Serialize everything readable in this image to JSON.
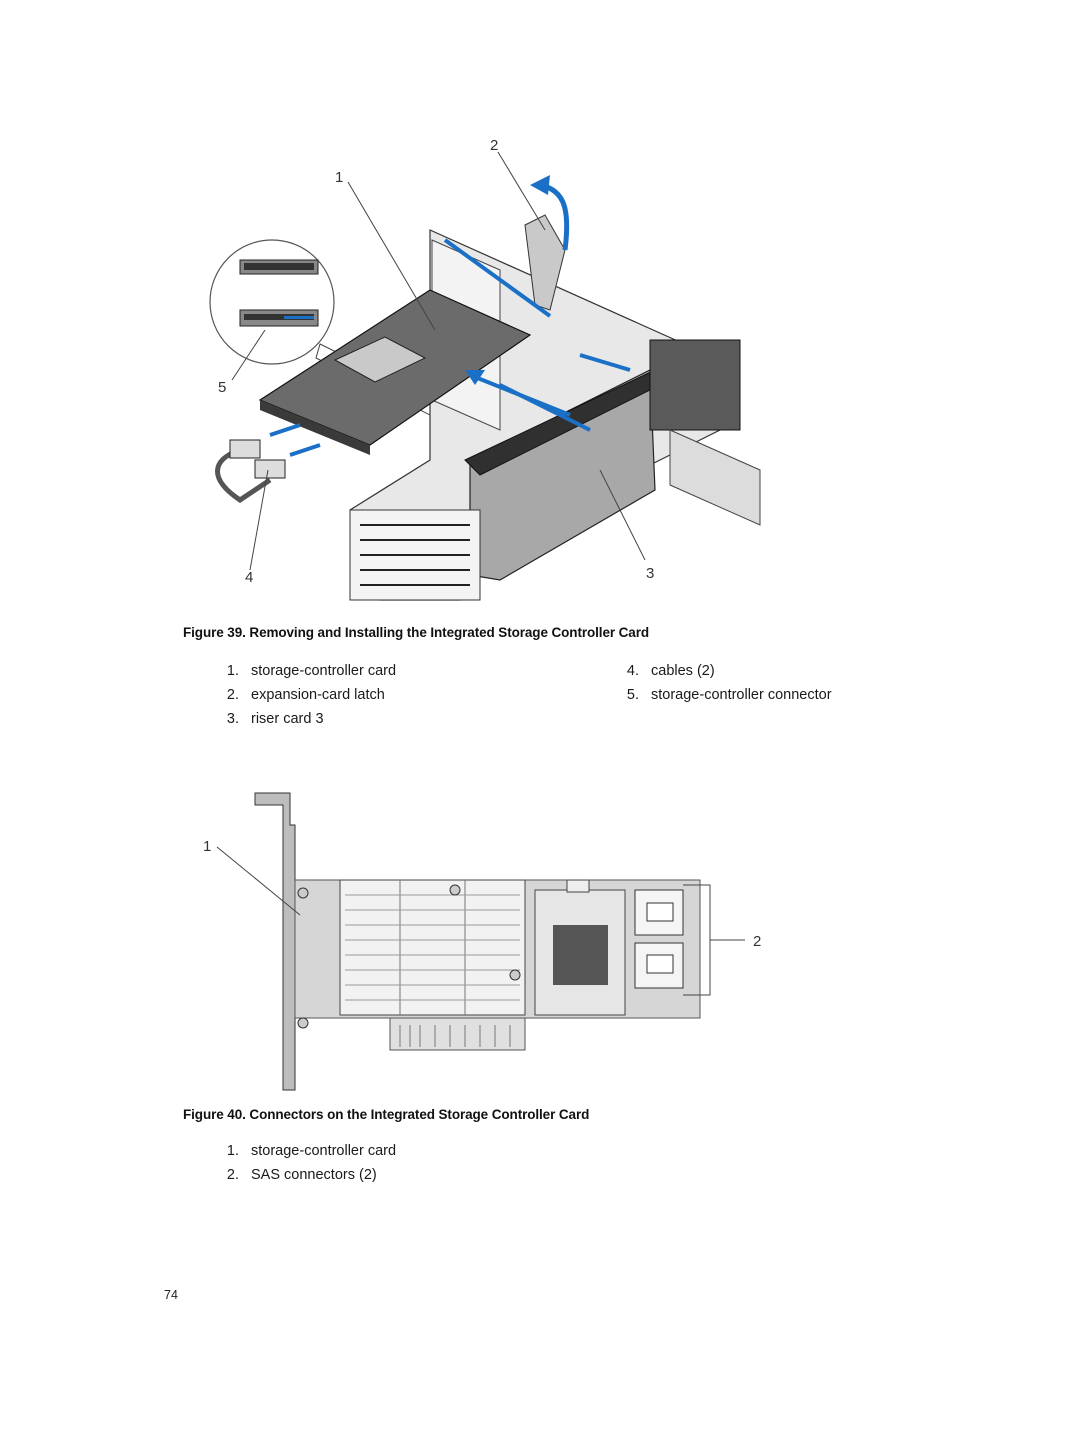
{
  "figure39": {
    "callouts": [
      "1",
      "2",
      "3",
      "4",
      "5"
    ],
    "caption": "Figure 39. Removing and Installing the Integrated Storage Controller Card",
    "legend": [
      {
        "num": "1.",
        "text": "storage-controller card"
      },
      {
        "num": "2.",
        "text": "expansion-card latch"
      },
      {
        "num": "3.",
        "text": "riser card 3"
      },
      {
        "num": "4.",
        "text": "cables (2)"
      },
      {
        "num": "5.",
        "text": "storage-controller connector"
      }
    ]
  },
  "figure40": {
    "callouts": [
      "1",
      "2"
    ],
    "caption": "Figure 40. Connectors on the Integrated Storage Controller Card",
    "legend": [
      {
        "num": "1.",
        "text": "storage-controller card"
      },
      {
        "num": "2.",
        "text": "SAS connectors (2)"
      }
    ]
  },
  "page_number": "74",
  "colors": {
    "arrow": "#1a6fc7",
    "card": "#6b6b6b",
    "metal": "#d9d9d9",
    "line": "#222222"
  }
}
